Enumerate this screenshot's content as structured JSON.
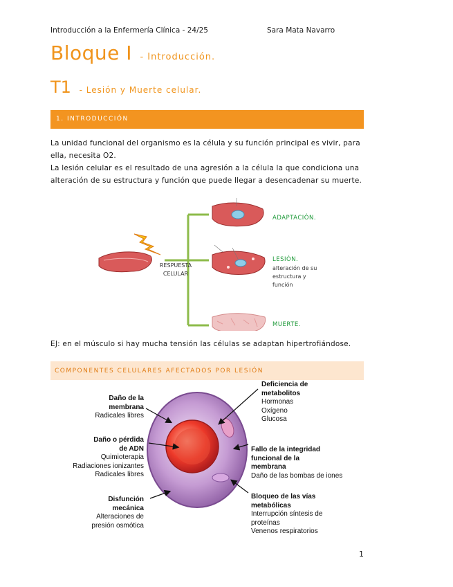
{
  "header": {
    "left": "Introducción a la Enfermería Clínica - 24/25",
    "right": "Sara Mata Navarro"
  },
  "bloque": {
    "title": "Bloque I",
    "subtitle": "-  Introducción."
  },
  "tema": {
    "title": "T1",
    "subtitle": "-   Lesión y Muerte celular."
  },
  "section1": {
    "heading": "1. INTRODUCCIÓN"
  },
  "intro": {
    "p1": "La unidad funcional del organismo es la célula y su función principal es vivir, para ella, necesita O2.",
    "p2": "La lesión celular es el resultado de una agresión a la célula la que condiciona una alteración de su estructura y función que puede llegar a desencadenar su muerte."
  },
  "diagram1": {
    "center_label": "RESPUESTA CELULAR",
    "adaptation": "ADAPTACIÓN.",
    "lesion": "LESIÓN.",
    "lesion_detail": "alteración de su estructura y función",
    "death": "MUERTE."
  },
  "example": "EJ: en el músculo si hay mucha tensión las células se adaptan hipertrofiándose.",
  "section2": {
    "heading": "COMPONENTES CELULARES AFECTADOS POR LESIÓN"
  },
  "cell_diagram": {
    "membrane": {
      "title": "Daño de la membrana",
      "items": [
        "Radicales libres"
      ]
    },
    "dna": {
      "title": "Daño o pérdida de ADN",
      "items": [
        "Quimioterapia",
        "Radiaciones ionizantes",
        "Radicales libres"
      ]
    },
    "mechanical": {
      "title": "Disfunción mecánica",
      "items": [
        "Alteraciones de presión osmótica"
      ]
    },
    "metabolites": {
      "title": "Deficiencia de metabolitos",
      "items": [
        "Hormonas",
        "Oxígeno",
        "Glucosa"
      ]
    },
    "integrity": {
      "title": "Fallo de la integridad funcional de la membrana",
      "items": [
        "Daño de las bombas de iones"
      ]
    },
    "pathways": {
      "title": "Bloqueo de las vías metabólicas",
      "items": [
        "Interrupción síntesis de proteínas",
        "Venenos respiratorios"
      ]
    }
  },
  "page_number": "1",
  "colors": {
    "accent": "#f39420",
    "accent_light": "#fde6cf",
    "green": "#1f9a3a",
    "line_green": "#8dbb4a"
  }
}
